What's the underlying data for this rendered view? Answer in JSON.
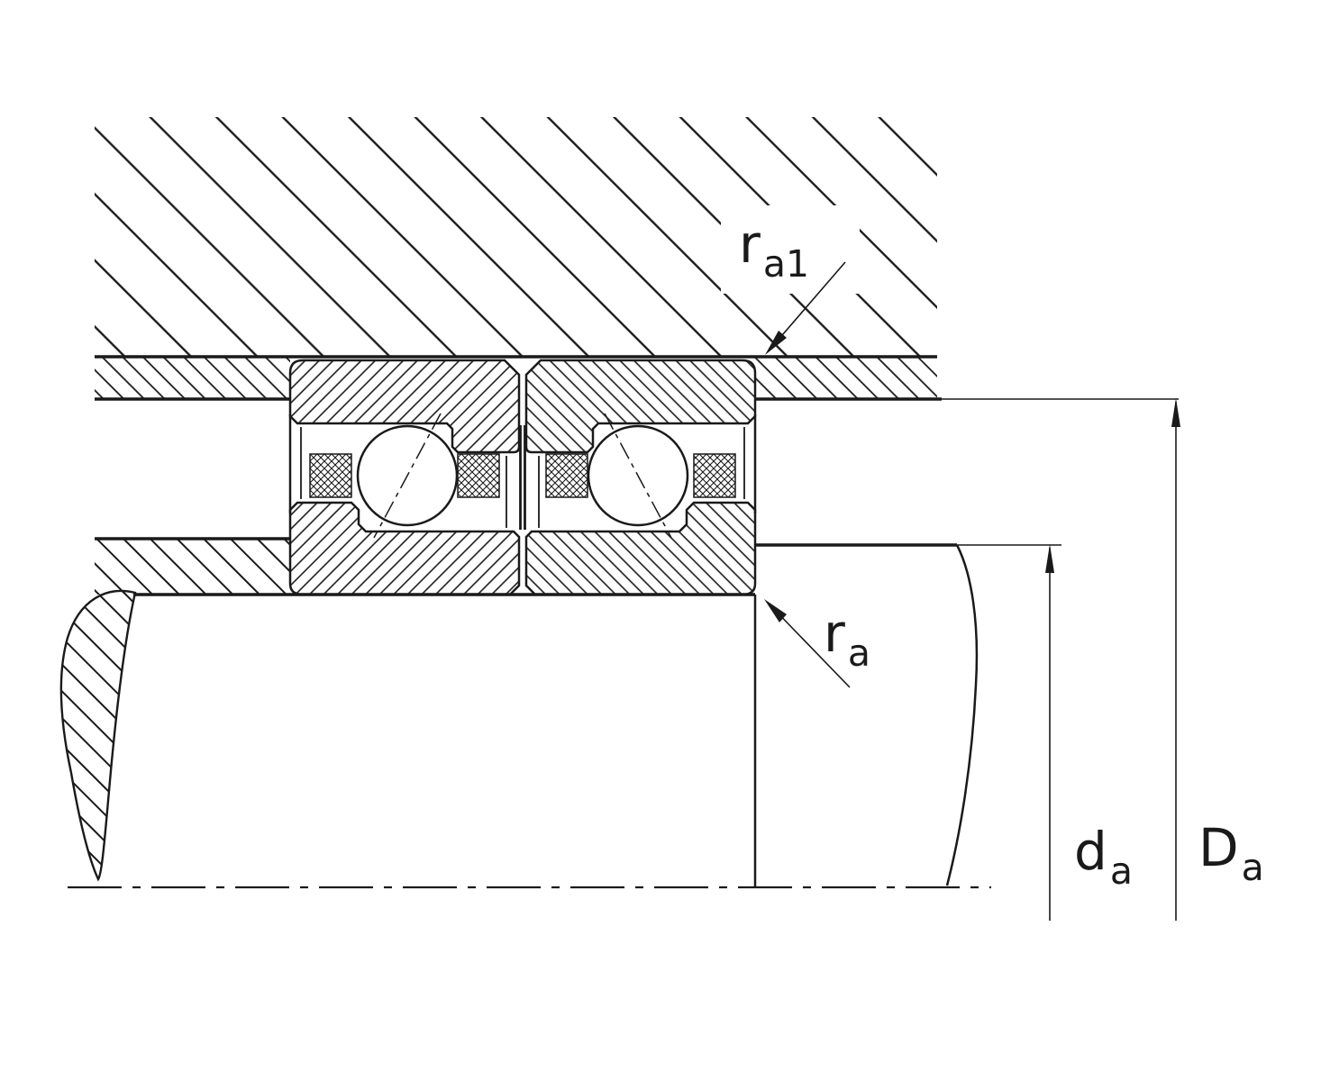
{
  "labels": {
    "ra1": {
      "base": "r",
      "sub": "a1"
    },
    "ra": {
      "base": "r",
      "sub": "a"
    },
    "da": {
      "base": "d",
      "sub": "a"
    },
    "Da": {
      "base": "D",
      "sub": "a"
    }
  },
  "colors": {
    "line": "#1a1a1a",
    "background": "#ffffff"
  }
}
